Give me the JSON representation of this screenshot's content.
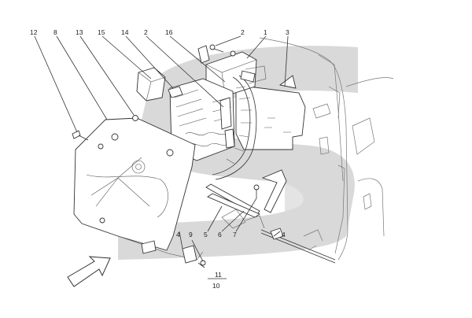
{
  "diagram": {
    "watermark_color": "#d9d9d9",
    "line_color": "#333333",
    "callouts": {
      "c12": "12",
      "c8": "8",
      "c13": "13",
      "c15": "15",
      "c14": "14",
      "c2a": "2",
      "c16": "16",
      "c2b": "2",
      "c1": "1",
      "c3": "3",
      "c4a": "4",
      "c9": "9",
      "c5": "5",
      "c6": "6",
      "c7": "7",
      "c4b": "4",
      "c11": "11",
      "c10": "10"
    },
    "arrow_icon": "direction-arrow-icon"
  }
}
